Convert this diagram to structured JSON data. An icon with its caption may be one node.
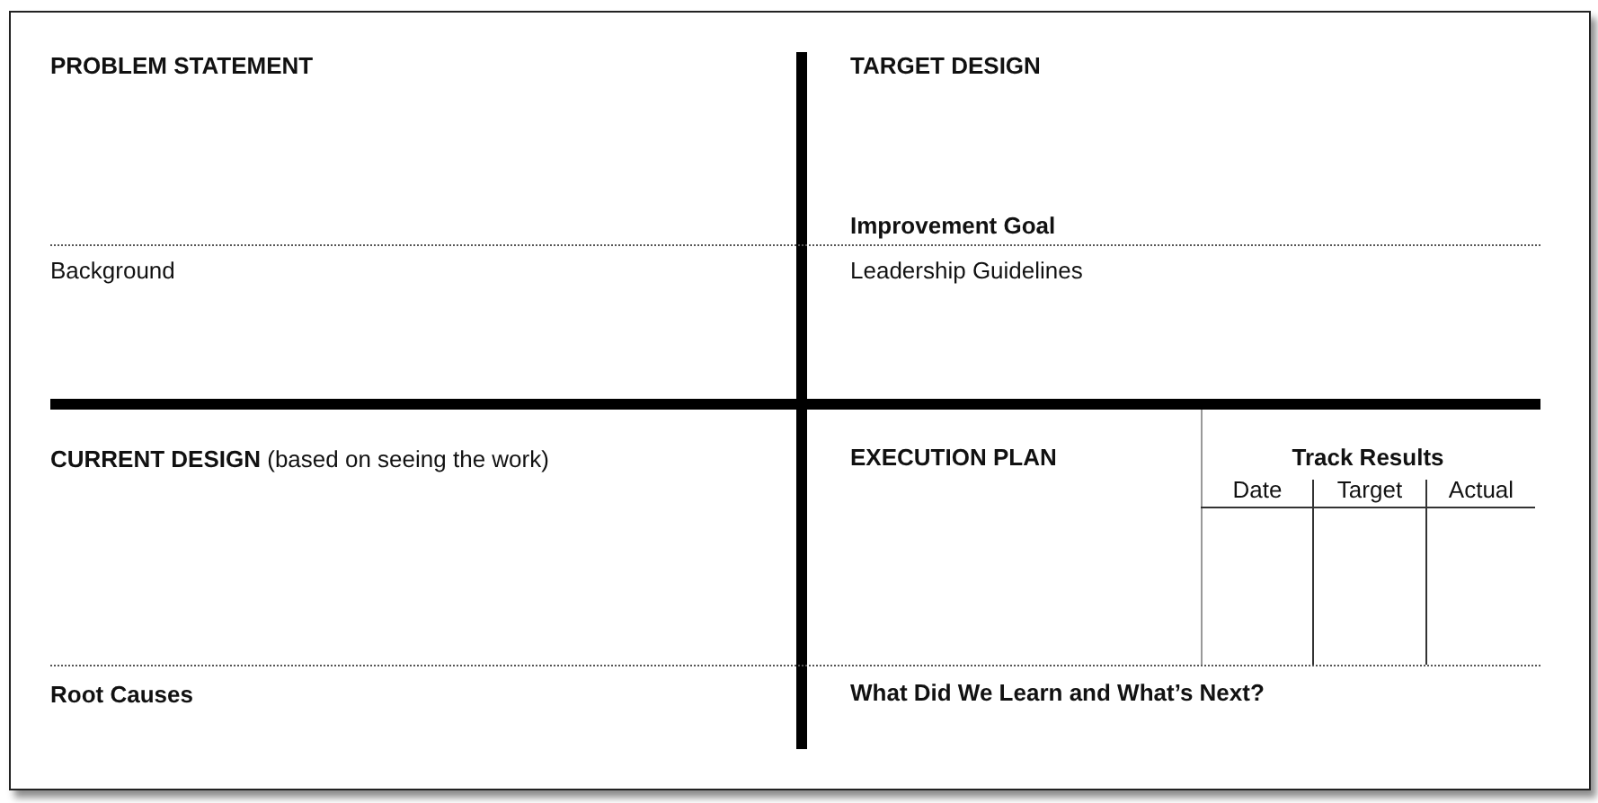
{
  "diagram": {
    "labels": [
      "PROBLEM STATEMENT",
      "TARGET DESIGN",
      "Improvement Goal",
      "Background",
      "Leadership Guidelines",
      "**CURRENT DESIGN** (based on seeing the work)",
      "EXECUTION PLAN",
      "Track Results",
      "Date",
      "Target",
      "Actual",
      "Root Causes",
      "What Did We Learn and What’s Next?"
    ]
  }
}
